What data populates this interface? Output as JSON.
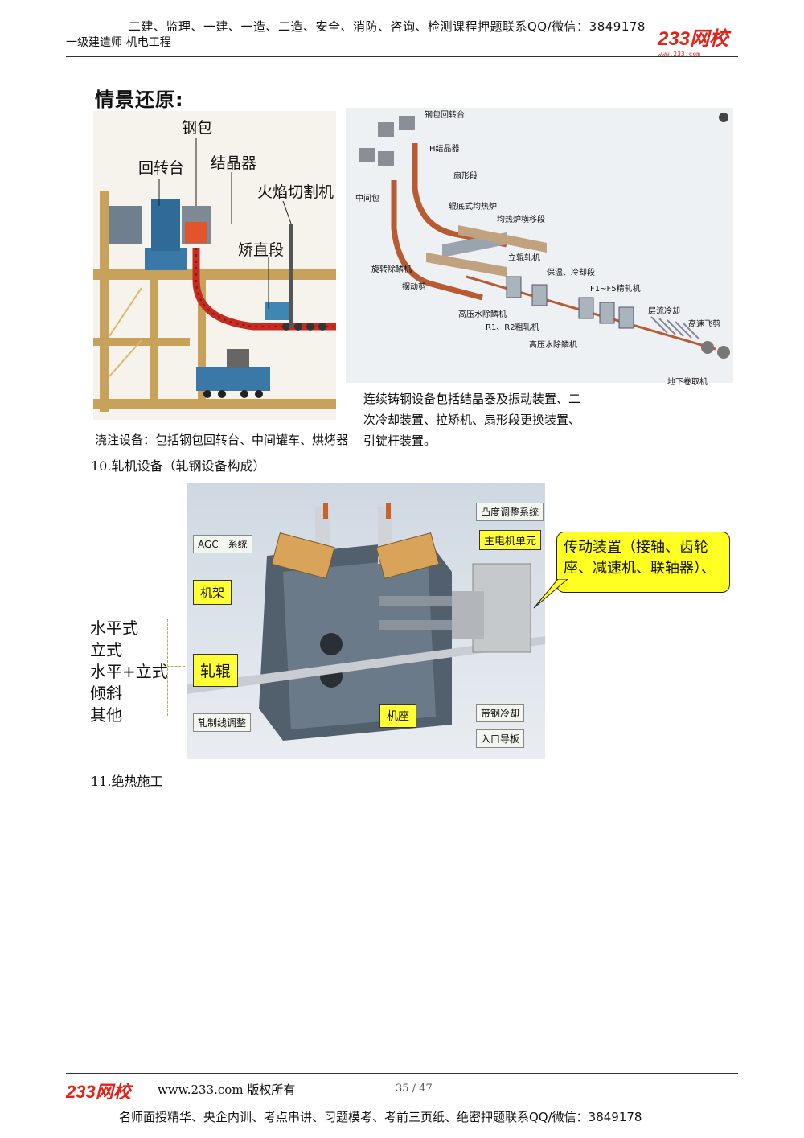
{
  "header": {
    "top_line": "二建、监理、一建、一造、二造、安全、消防、咨询、检测课程押题联系QQ/微信：3849178",
    "subtitle": "一级建造师-机电工程",
    "logo": "233网校",
    "logo_url": "www.233.com"
  },
  "scene_title": "情景还原:",
  "left_figure": {
    "labels": {
      "ladle": "钢包",
      "turret": "回转台",
      "mold": "结晶器",
      "flame_cutter": "火焰切割机",
      "straightening": "矫直段"
    },
    "caption": "浇注设备：包括钢包回转台、中间罐车、烘烤器"
  },
  "right_figure": {
    "labels": {
      "ladle_turret": "钢包回转台",
      "h_mold": "H结晶器",
      "tundish": "中间包",
      "fan_section": "扇形段",
      "roller_furnace": "辊底式均热炉",
      "transfer": "均热炉横移段",
      "rotary_descaler": "旋转除鳞机",
      "pendulum_shear": "摆动剪",
      "vertical_mill": "立辊轧机",
      "holding_cooling": "保温、冷却段",
      "finishing_mill": "F1~F5精轧机",
      "laminar_cooling": "层流冷却",
      "hp_descaler_1": "高压水除鳞机",
      "rough_mill": "R1、R2粗轧机",
      "hp_descaler_2": "高压水除鳞机",
      "flying_shear": "高速飞剪",
      "coiler": "地下卷取机"
    },
    "caption": "连续铸钢设备包括结晶器及振动装置、二次冷却装置、拉矫机、扇形段更换装置、引锭杆装置。"
  },
  "section10": "10.轧机设备（轧钢设备构成）",
  "mill_figure": {
    "labels": {
      "crown": "凸度调整系统",
      "agc": "AGC－系统",
      "main_motor": "主电机单元",
      "drive": "传动装置（接轴、齿轮座、减速机、联轴器）、",
      "stand": "机架",
      "roll": "轧辊",
      "pass_line": "轧制线调整",
      "base": "机座",
      "strip_cooling": "带钢冷却",
      "entry_guide": "入口导板"
    }
  },
  "mill_types": [
    "水平式",
    "立式",
    "水平+立式",
    "倾斜",
    "其他"
  ],
  "section11": "11.绝热施工",
  "footer": {
    "logo": "233网校",
    "url": "www.233.com 版权所有",
    "page": "35 / 47",
    "bottom_line": "名师面授精华、央企内训、考点串讲、习题模考、考前三页纸、绝密押题联系QQ/微信：3849178"
  }
}
